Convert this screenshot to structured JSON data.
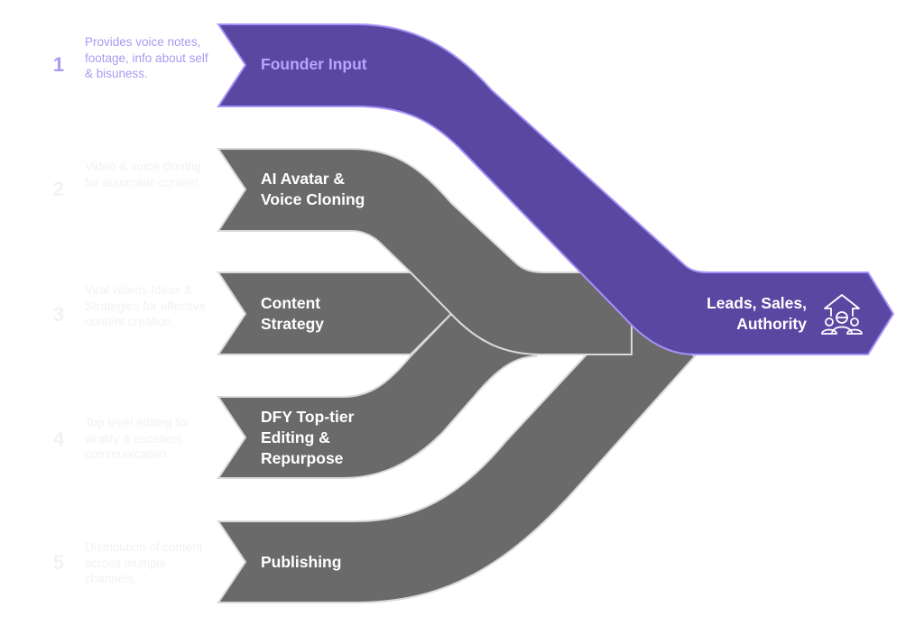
{
  "colors": {
    "purple": "#5a47a2",
    "purple_border": "#a693f9",
    "gray": "#6a6a6a",
    "gray_border": "#d9d9d9",
    "step1_text": "#a99bf2",
    "faded_text": "#f2f2f2"
  },
  "steps": [
    {
      "number": "1",
      "description": "Provides voice notes, footage, info about self & bisuness.",
      "label": "Founder Input"
    },
    {
      "number": "2",
      "description": "Video & voice cloning for automatic content",
      "label": "AI Avatar & Voice Cloning"
    },
    {
      "number": "3",
      "description": "Viral videos Ideas & Strategies for effective content creation.",
      "label": "Content Strategy"
    },
    {
      "number": "4",
      "description": "Top level editing for virality & excellent communication",
      "label": "DFY Top-tier Editing & Repurpose"
    },
    {
      "number": "5",
      "description": "Distribution of content across multiple channels.",
      "label": "Publishing"
    }
  ],
  "output": {
    "label": "Leads, Sales, Authority",
    "icon": "growth-people-icon"
  }
}
